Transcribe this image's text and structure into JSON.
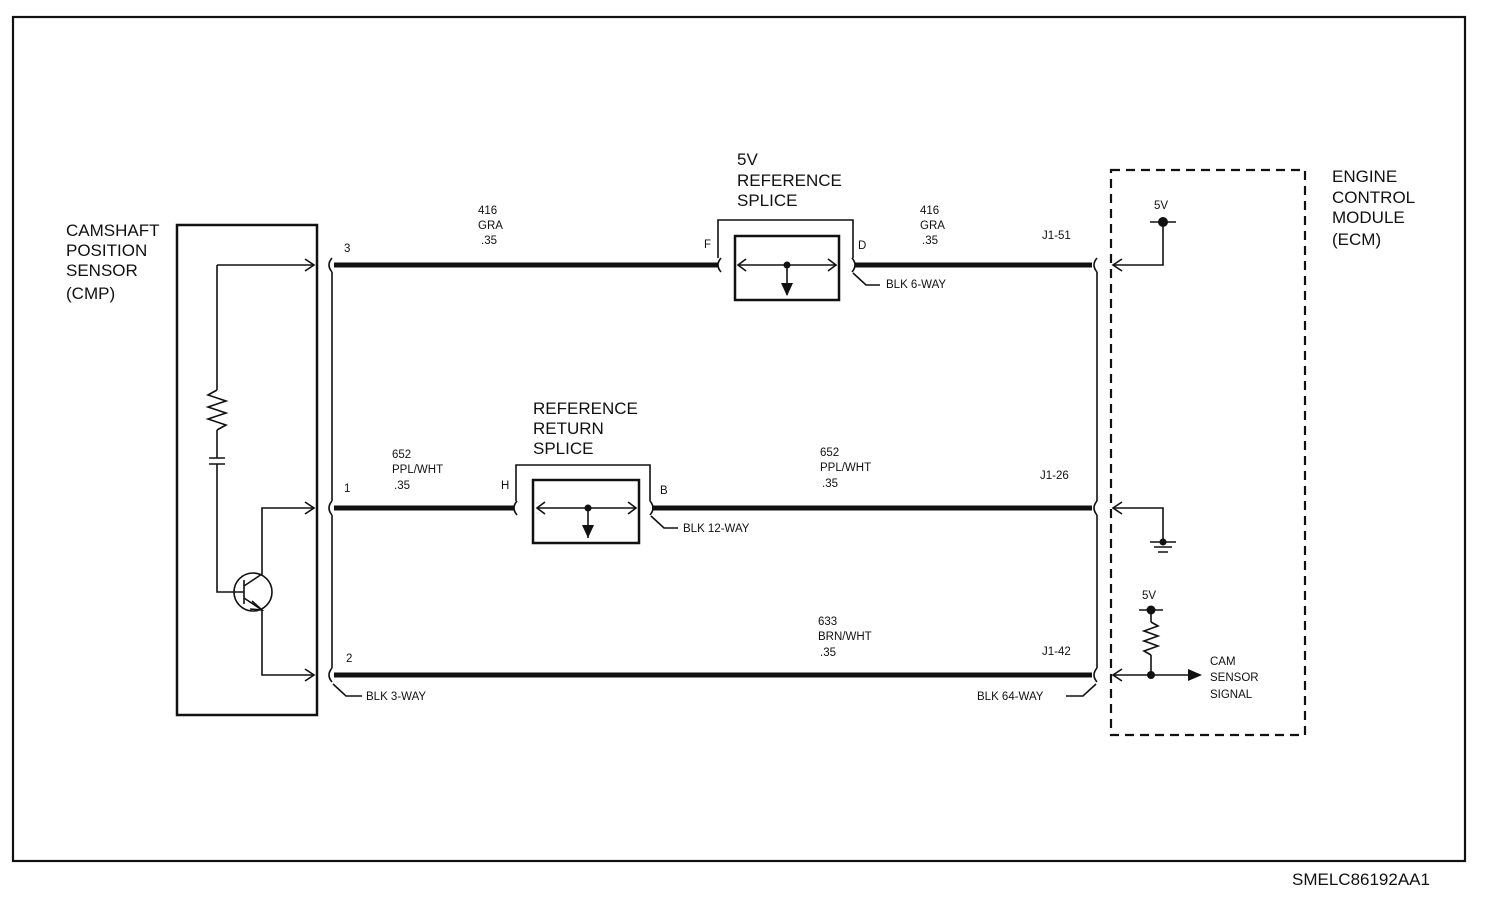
{
  "sensor": {
    "name": [
      "CAMSHAFT",
      "POSITION",
      "SENSOR",
      "(CMP)"
    ],
    "connector": "BLK 3-WAY"
  },
  "ecm": {
    "name": [
      "ENGINE",
      "CONTROL",
      "MODULE",
      "(ECM)"
    ],
    "connector": "BLK 64-WAY",
    "supply_label": "5V",
    "supply_label_2": "5V",
    "signal_label": [
      "CAM",
      "SENSOR",
      "SIGNAL"
    ]
  },
  "splice_5v": {
    "name": [
      "5V",
      "REFERENCE",
      "SPLICE"
    ],
    "pin_in": "F",
    "pin_out": "D",
    "connector": "BLK 6-WAY"
  },
  "splice_return": {
    "name": [
      "REFERENCE",
      "RETURN",
      "SPLICE"
    ],
    "pin_in": "H",
    "pin_out": "B",
    "connector": "BLK 12-WAY"
  },
  "wires": {
    "ref_left": {
      "pin": "3",
      "circuit": "416",
      "color": "GRA",
      "gauge": ".35"
    },
    "ref_right": {
      "pin": "J1-51",
      "circuit": "416",
      "color": "GRA",
      "gauge": ".35"
    },
    "ret_left": {
      "pin": "1",
      "circuit": "652",
      "color": "PPL/WHT",
      "gauge": ".35"
    },
    "ret_right": {
      "pin": "J1-26",
      "circuit": "652",
      "color": "PPL/WHT",
      "gauge": ".35"
    },
    "sig": {
      "pin_left": "2",
      "pin_right": "J1-42",
      "circuit": "633",
      "color": "BRN/WHT",
      "gauge": ".35"
    }
  },
  "figure_id": "SMELC86192AA1"
}
